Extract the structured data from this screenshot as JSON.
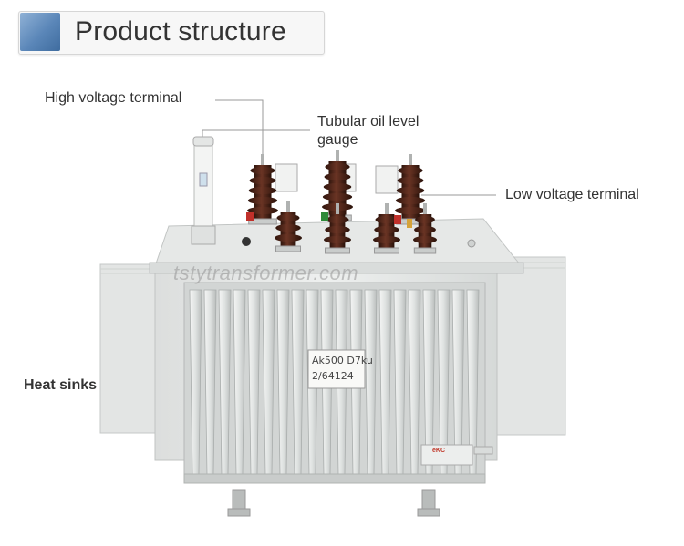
{
  "header": {
    "title": "Product structure"
  },
  "labels": {
    "high_voltage_terminal": "High voltage terminal",
    "tubular_oil_gauge_line1": "Tubular oil level",
    "tubular_oil_gauge_line2": "gauge",
    "low_voltage_terminal": "Low voltage terminal",
    "heat_sinks": "Heat sinks"
  },
  "watermark": "tstytransformer.com",
  "nameplate": {
    "line1": "Ak500 D7ku",
    "line2": "2/64124"
  },
  "brand_mark": "eKC",
  "colors": {
    "header_accent": "#5a86b8",
    "body": "#e9ebea",
    "bushing": "#4a2418",
    "leader_line": "#9a9a9a"
  }
}
